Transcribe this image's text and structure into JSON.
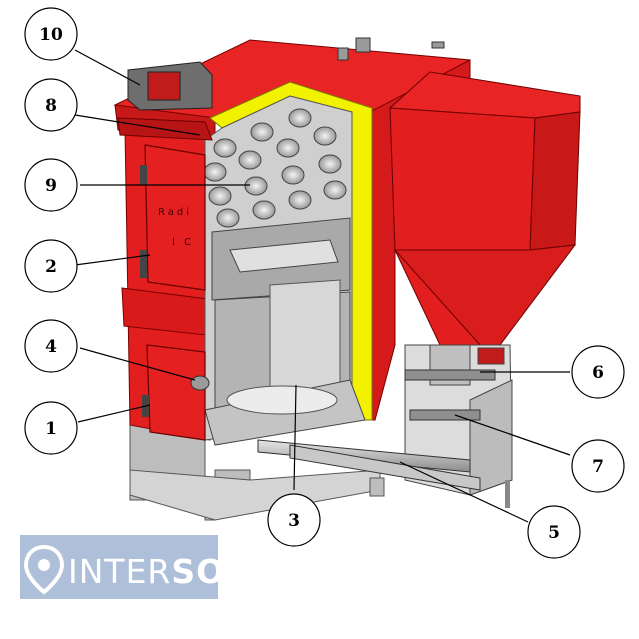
{
  "callouts": {
    "c1": "1",
    "c2": "2",
    "c3": "3",
    "c4": "4",
    "c5": "5",
    "c6": "6",
    "c7": "7",
    "c8": "8",
    "c9": "9",
    "c10": "10"
  },
  "door_text": {
    "line1": "Radi",
    "line2": "I C"
  },
  "logo": {
    "part1": "INTER",
    "part2": "SOL"
  },
  "colors": {
    "boiler_red": "#e31e1e",
    "dark_red": "#a50f10",
    "insulation": "#f2f200",
    "steel": "#c9c9c9",
    "logo_bg": "#aebfd9"
  }
}
